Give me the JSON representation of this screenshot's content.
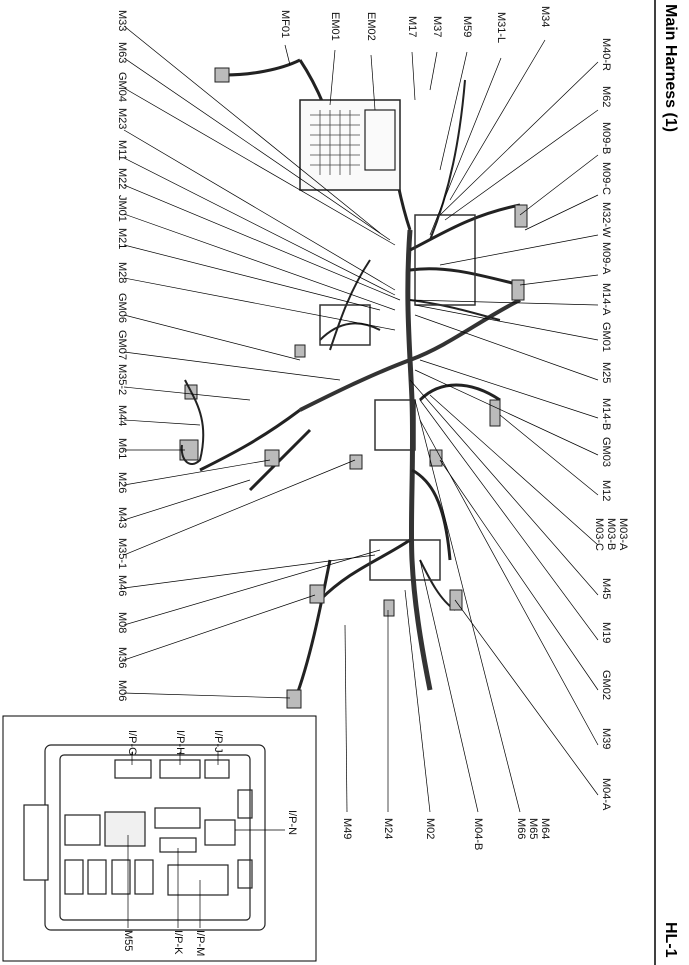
{
  "header": {
    "title": "Main Harness (1)",
    "page_code": "HL-1"
  },
  "connectors": {
    "top_left": [
      "M33",
      "M63",
      "GM04",
      "M23",
      "M11",
      "M22",
      "JM01",
      "M21",
      "M28",
      "GM06",
      "GM07",
      "M35-2",
      "M44",
      "M61",
      "M26",
      "M43",
      "M35-1",
      "M46",
      "M08",
      "M36",
      "M06"
    ],
    "top_center": [
      "MF01",
      "EM01",
      "EM02",
      "M17",
      "M37",
      "M59",
      "M31-L",
      "M34"
    ],
    "right": [
      "M40-R",
      "M62",
      "M09-B",
      "M09-C",
      "M32-W",
      "M09-A",
      "M14-A",
      "GM01",
      "M25",
      "M14-B",
      "GM03",
      "M12",
      "M03-A",
      "M03-B",
      "M03-C",
      "M45",
      "M19",
      "GM02",
      "M39",
      "M04-A"
    ],
    "bottom": [
      "M64",
      "M65",
      "M66",
      "M04-B",
      "M02",
      "M24",
      "M49"
    ]
  },
  "inset": {
    "labels": {
      "ip_g": "I/P-G",
      "ip_h": "I/P-H",
      "ip_j": "I/P-J",
      "ip_n": "I/P-N",
      "ip_m": "I/P-M",
      "ip_k": "I/P-K",
      "m55": "M55"
    }
  }
}
